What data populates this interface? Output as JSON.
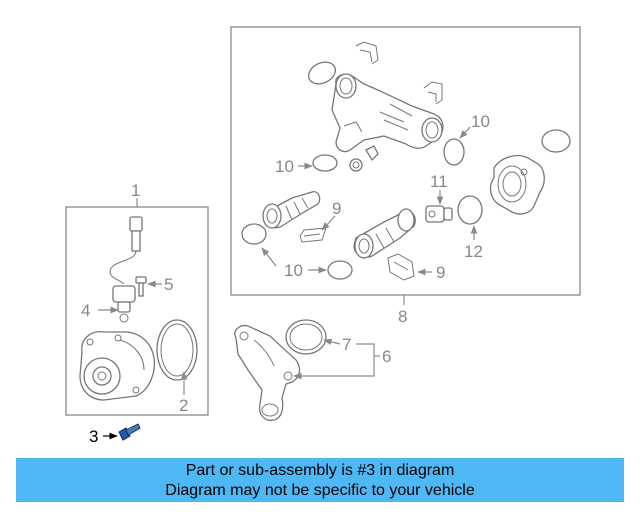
{
  "callouts": {
    "c1": "1",
    "c2": "2",
    "c3": "3",
    "c4": "4",
    "c5": "5",
    "c6": "6",
    "c7": "7",
    "c8": "8",
    "c9a": "9",
    "c9b": "9",
    "c10a": "10",
    "c10b": "10",
    "c10c": "10",
    "c11": "11",
    "c12": "12"
  },
  "banner": {
    "line1": "Part or sub-assembly is #3 in diagram",
    "line2": "Diagram may not be specific to your vehicle"
  },
  "colors": {
    "banner_bg": "#4db8f3",
    "line_art": "#777777",
    "highlight_part": "#1e5aa8"
  }
}
